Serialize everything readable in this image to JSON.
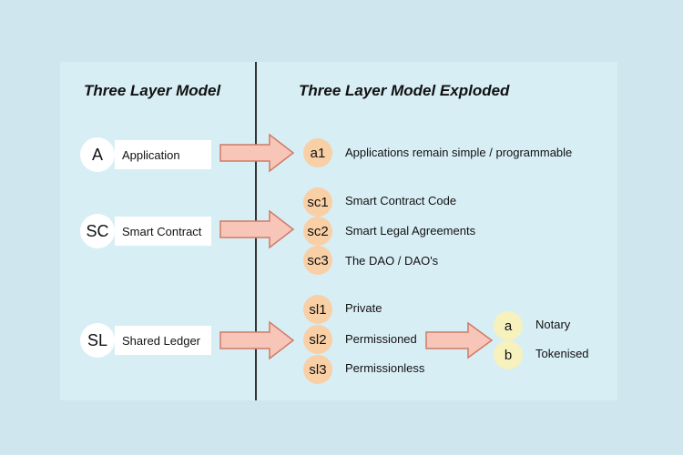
{
  "titles": {
    "left": "Three Layer Model",
    "right": "Three Layer Model Exploded"
  },
  "layers": [
    {
      "code": "A",
      "label": "Application"
    },
    {
      "code": "SC",
      "label": "Smart Contract"
    },
    {
      "code": "SL",
      "label": "Shared Ledger"
    }
  ],
  "application_items": [
    {
      "code": "a1",
      "label": "Applications remain simple / programmable"
    }
  ],
  "smart_contract_items": [
    {
      "code": "sc1",
      "label": "Smart Contract Code"
    },
    {
      "code": "sc2",
      "label": "Smart Legal Agreements"
    },
    {
      "code": "sc3",
      "label": "The DAO / DAO's"
    }
  ],
  "ledger_items": [
    {
      "code": "sl1",
      "label": "Private"
    },
    {
      "code": "sl2",
      "label": "Permissioned"
    },
    {
      "code": "sl3",
      "label": "Permissionless"
    }
  ],
  "permissioned_items": [
    {
      "code": "a",
      "label": "Notary"
    },
    {
      "code": "b",
      "label": "Tokenised"
    }
  ],
  "colors": {
    "background": "#cfe6ee",
    "panel": "#d8eef5",
    "arrow_fill": "#f7c6b8",
    "arrow_stroke": "#d07a66",
    "pill_peach": "#f9cfa6",
    "pill_yellow": "#f6f1bd"
  }
}
